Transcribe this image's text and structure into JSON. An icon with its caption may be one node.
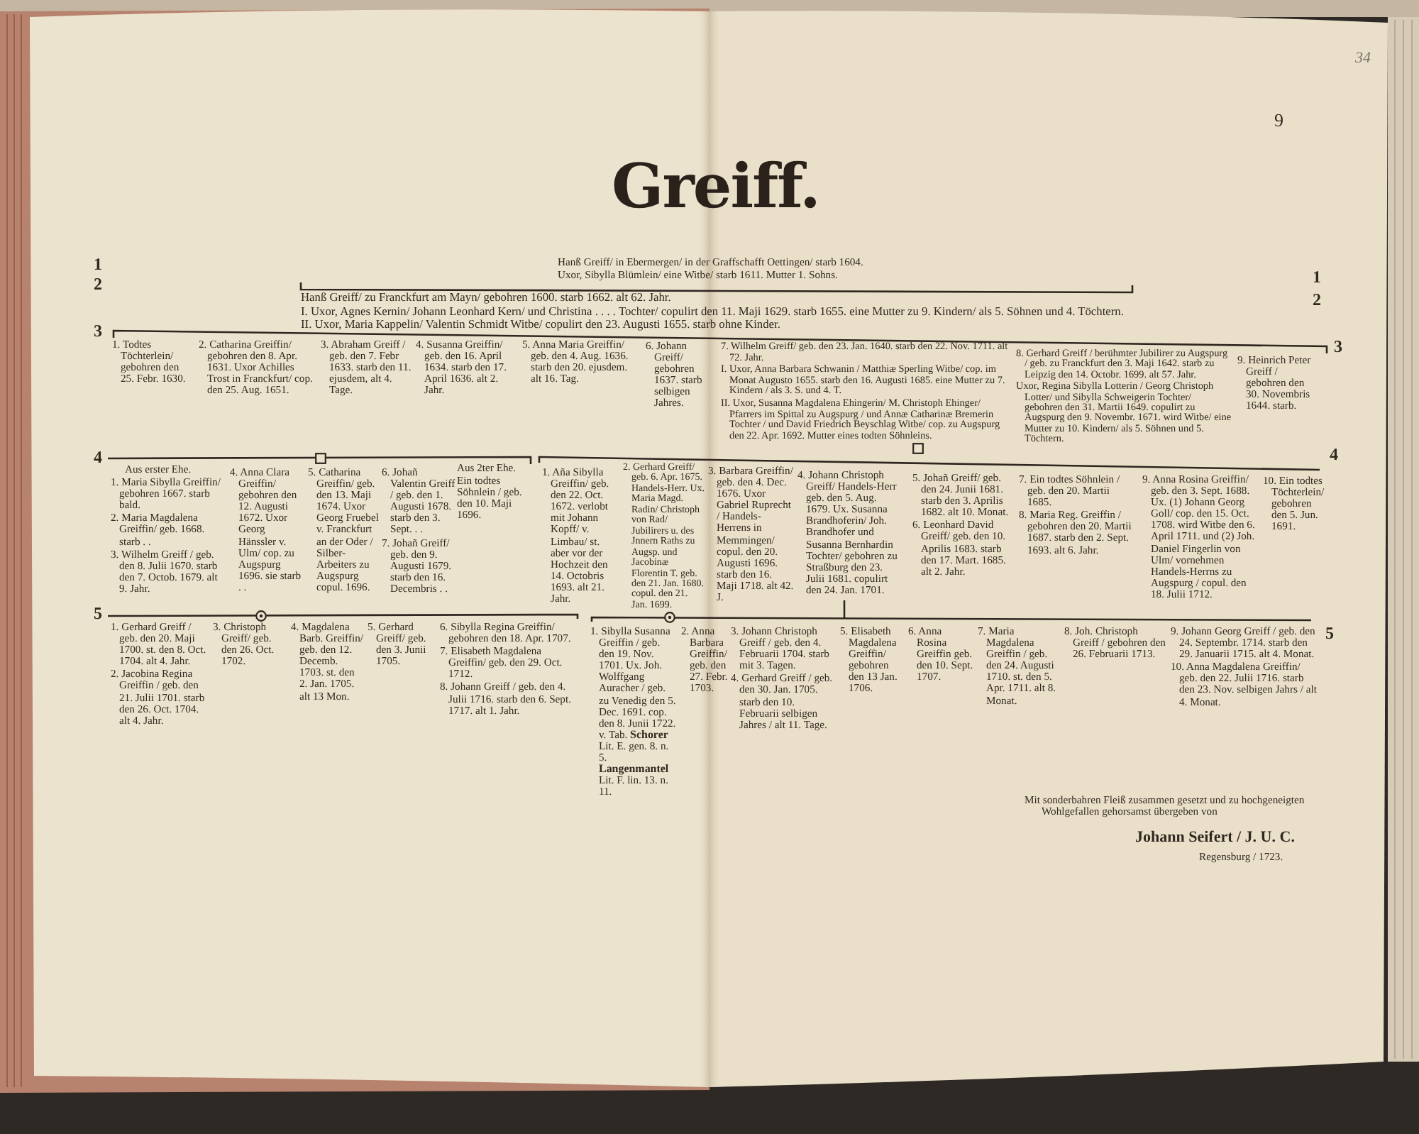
{
  "diagram": {
    "title": "Greiff.",
    "labels": [
      "34",
      "9",
      "1",
      "Hanß Greiff/ in Ebermergen/ in der Graffschafft Oettingen/ starb 1604.",
      "Uxor, Sibylla Blümlein/ eine Witbe/ starb 1611. Mutter 1. Sohns.",
      "1",
      "2",
      "Hanß Greiff/ zu Franckfurt am Mayn/ gebohren 1600. starb 1662. alt 62. Jahr.",
      "I. Uxor, Agnes Kernin/ Johann Leonhard Kern/ und Christina . . . . Tochter/ copulirt den 11. Maji 1629. starb 1655. eine Mutter zu 9. Kindern/ als 5. Söhnen und 4. Töchtern.",
      "II. Uxor, Maria Kappelin/ Valentin Schmidt Witbe/ copulirt den 23. Augusti 1655. starb ohne Kinder.",
      "2",
      "3",
      "1. Todtes Töchterlein/ gebohren den 25. Febr. 1630.",
      "2. Catharina Greiffin/ gebohren den 8. Apr. 1631. Uxor Achilles Trost in Franckfurt/ cop. den 25. Aug. 1651.",
      "3. Abraham Greiff / geb. den 7. Febr 1633. starb den 11. ejusdem, alt 4. Tage.",
      "4. Susanna Greiffin/ geb. den 16. April 1634. starb den 17. April 1636. alt 2. Jahr.",
      "5. Anna Maria Greiffin/ geb. den 4. Aug. 1636. starb den 20. ejusdem. alt 16. Tag.",
      "6. Johann Greiff/ gebohren 1637. starb selbigen Jahres.",
      "7. Wilhelm Greiff/ geb. den 23. Jan. 1640. starb den 22. Nov. 1711. alt 72. Jahr.",
      "I. Uxor, Anna Barbara Schwanin / Matthiæ Sperling Witbe/ cop. im Monat Augusto 1655. starb den 16. Augusti 1685. eine Mutter zu 7. Kindern / als 3. S. und 4. T.",
      "II. Uxor, Susanna Magdalena Ehingerin/ M. Christoph Ehinger/ Pfarrers im Spittal zu Augspurg / und Annæ Catharinæ Bremerin Tochter / und David Friedrich Beyschlag Witbe/ cop. zu Augspurg den 22. Apr. 1692. Mutter eines todten Söhnleins.",
      "8. Gerhard Greiff / berühmter Jubilirer zu Augspurg / geb. zu Franckfurt den 3. Maji 1642. starb zu Leipzig den 14. Octobr. 1699. alt 57. Jahr.",
      "Uxor, Regina Sibylla Lotterin / Georg Christoph Lotter/ und Sibylla Schweigerin Tochter/ gebohren den 31. Martii 1649. copulirt zu Augspurg den 9. Novembr. 1671. wird Witbe/ eine Mutter zu 10. Kindern/ als 5. Söhnen und 5. Töchtern.",
      "9. Heinrich Peter Greiff / gebohren den 30. Novembris 1644. starb.",
      "3",
      "4",
      "Aus erster Ehe.",
      "1. Maria Sibylla Greiffin/ gebohren 1667. starb bald.",
      "2. Maria Magdalena Greiffin/ geb. 1668. starb . .",
      "3. Wilhelm Greiff / geb. den 8. Julii 1670. starb den 7. Octob. 1679. alt 9. Jahr.",
      "4. Anna Clara Greiffin/ gebohren den 12. Augusti 1672. Uxor Georg Hänssler v. Ulm/ cop. zu Augspurg 1696. sie starb . .",
      "5. Catharina Greiffin/ geb. den 13. Maji 1674. Uxor Georg Fruebel v. Franckfurt an der Oder / Silber-Arbeiters zu Augspurg copul. 1696.",
      "6. Johañ Valentin Greiff / geb. den 1. Augusti 1678. starb den 3. Sept. . .",
      "7. Johañ Greiff/ geb. den 9. Augusti 1679. starb den 16. Decembris . .",
      "Aus 2ter Ehe.",
      "Ein todtes Söhnlein / geb. den 10. Maji 1696.",
      "1. Aña Sibylla Greiffin/ geb. den 22. Oct. 1672. verlobt mit Johann Kopff/ v. Limbau/ st. aber vor der Hochzeit den 14. Octobris 1693. alt 21. Jahr.",
      "2. Gerhard Greiff/ geb. 6. Apr. 1675. Handels-Herr. Ux. Maria Magd. Radin/ Christoph von Rad/ Jubilirers u. des Jnnern Raths zu Augsp. und Jacobinæ Florentin T. geb. den 21. Jan. 1680. copul. den 21. Jan. 1699.",
      "3. Barbara Greiffin/ geb. den 4. Dec. 1676. Uxor Gabriel Ruprecht / Handels-Herrens in Memmingen/ copul. den 20. Augusti 1696. starb den 16. Maji 1718. alt 42. J.",
      "4. Johann Christoph Greiff/ Handels-Herr geb. den 5. Aug. 1679. Ux. Susanna Brandhoferin/ Joh. Brandhofer und Susanna Bernhardin Tochter/ gebohren zu Straßburg den 23. Julii 1681. copulirt den 24. Jan. 1701.",
      "5. Johañ Greiff/ geb. den 24. Junii 1681. starb den 3. Aprilis 1682. alt 10. Monat.",
      "6. Leonhard David Greiff/ geb. den 10. Aprilis 1683. starb den 17. Mart. 1685. alt 2. Jahr.",
      "7. Ein todtes Söhnlein / geb. den 20. Martii 1685.",
      "8. Maria Reg. Greiffin / gebohren den 20. Martii 1687. starb den 2. Sept. 1693. alt 6. Jahr.",
      "9. Anna Rosina Greiffin/ geb. den 3. Sept. 1688. Ux. (1) Johann Georg Goll/ cop. den 15. Oct. 1708. wird Witbe den 6. April 1711. und (2) Joh. Daniel Fingerlin von Ulm/ vornehmen Handels-Herrns zu Augspurg / copul. den 18. Julii 1712.",
      "10. Ein todtes Töchterlein/ gebohren den 5. Jun. 1691.",
      "4",
      "5",
      "1. Gerhard Greiff / geb. den 20. Maji 1700. st. den 8. Oct. 1704. alt 4. Jahr.",
      "2. Jacobina Regina Greiffin / geb. den 21. Julii 1701. starb den 26. Oct. 1704. alt 4. Jahr.",
      "3. Christoph Greiff/ geb. den 26. Oct. 1702.",
      "4. Magdalena Barb. Greiffin/ geb. den 12. Decemb. 1703. st. den 2. Jan. 1705. alt 13 Mon.",
      "5. Gerhard Greiff/ geb. den 3. Junii 1705.",
      "6. Sibylla Regina Greiffin/ gebohren den 18. Apr. 1707.",
      "7. Elisabeth Magdalena Greiffin/ geb. den 29. Oct. 1712.",
      "8. Johann Greiff / geb. den 4. Julii 1716. starb den 6. Sept. 1717. alt 1. Jahr.",
      "1. Sibylla Susanna Greiffin / geb. den 19. Nov. 1701. Ux. Joh. Wolffgang Auracher / geb. zu Venedig den 5. Dec. 1691. cop. den 8. Junii 1722. v. Tab. **Schorer** Lit. E. gen. 8. n. 5. **Langenmantel** Lit. F. lin. 13. n. 11.",
      "2. Anna Barbara Greiffin/ geb. den 27. Febr. 1703.",
      "3. Johann Christoph Greiff / geb. den 4. Februarii 1704. starb mit 3. Tagen.",
      "4. Gerhard Greiff / geb. den 30. Jan. 1705. starb den 10. Februarii selbigen Jahres / alt 11. Tage.",
      "5. Elisabeth Magdalena Greiffin/ gebohren den 13 Jan. 1706.",
      "6. Anna Rosina Greiffin geb. den 10. Sept. 1707.",
      "7. Maria Magdalena Greiffin / geb. den 24. Augusti 1710. st. den 5. Apr. 1711. alt 8. Monat.",
      "8. Joh. Christoph Greiff / gebohren den 26. Februarii 1713.",
      "9. Johann Georg Greiff / geb. den 24. Septembr. 1714. starb den 29. Januarii 1715. alt 4. Monat.",
      "10. Anna Magdalena Greiffin/ geb. den 22. Julii 1716. starb den 23. Nov. selbigen Jahrs / alt 4. Monat.",
      "5",
      "Mit sonderbahren Fleiß zusammen gesetzt und zu hochgeneigten Wohlgefallen gehorsamst übergeben von",
      "Johann Seifert / J. U. C.",
      "Regensburg / 1723."
    ]
  }
}
